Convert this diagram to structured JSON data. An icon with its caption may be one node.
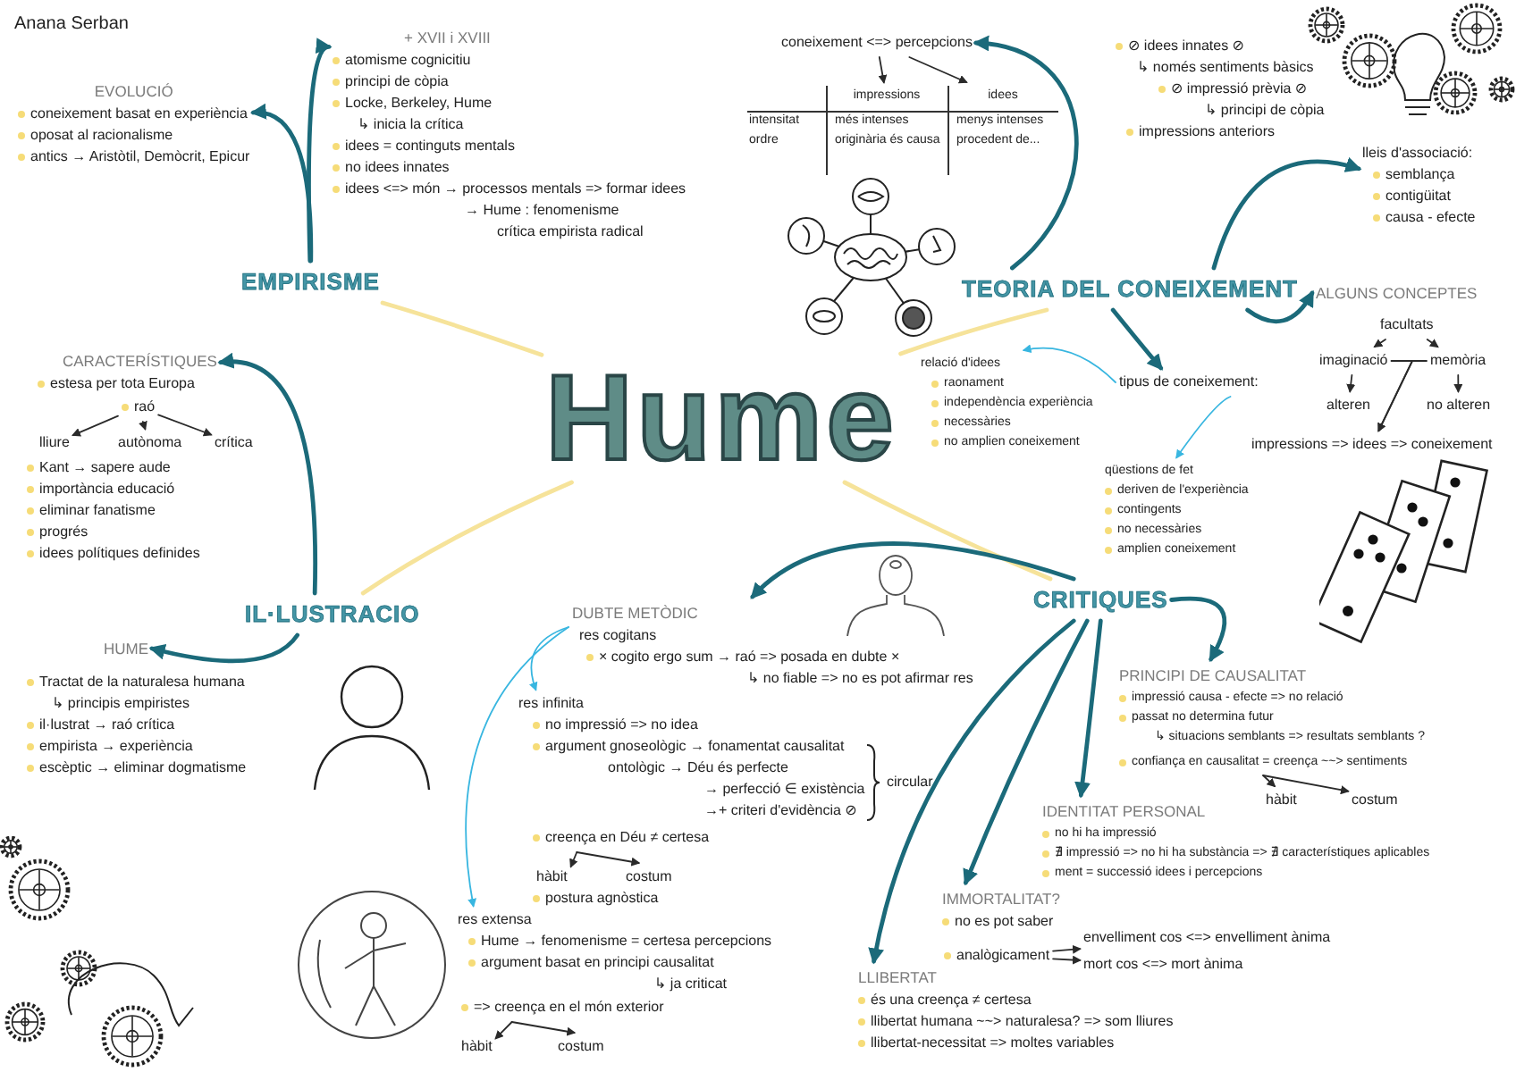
{
  "diagram": {
    "nodes": [
      {
        "text": [
          "Hume"
        ]
      },
      {
        "text": [
          "EMPIRISME"
        ]
      },
      {
        "text": [
          "TEORIA DEL CONEIXEMENT"
        ]
      },
      {
        "text": [
          "IL·LUSTRACIO"
        ]
      },
      {
        "text": [
          "CRITIQUES"
        ]
      },
      {
        "text": [
          "EVOLUCIÓ",
          "coneixement basat en experiència",
          "oposat al racionalisme",
          "antics → Aristòtil, Demòcrit, Epicur"
        ]
      },
      {
        "text": [
          "+ XVII i XVIII",
          "atomisme cognicitiu",
          "principi de còpia",
          "Locke, Berkeley, Hume",
          "↳ inicia la crítica",
          "idees = continguts mentals",
          "no idees innates",
          "idees <=> món → processos mentals => formar idees",
          "→ Hume : fenomenisme",
          "crítica empirista radical"
        ]
      },
      {
        "text": [
          "coneixement <=> percepcions"
        ]
      },
      {
        "text": [
          "impressions"
        ]
      },
      {
        "text": [
          "idees"
        ]
      },
      {
        "text": [
          "⊘ idees innates ⊘",
          "↳ només sentiments bàsics",
          "⊘ impressió prèvia ⊘",
          "↳ principi de còpia",
          "impressions anteriors"
        ]
      },
      {
        "text": [
          "lleis d'associació:",
          "semblança",
          "contigüitat",
          "causa - efecte"
        ]
      },
      {
        "text": [
          "ALGUNS CONCEPTES"
        ]
      },
      {
        "text": [
          "facultats"
        ]
      },
      {
        "text": [
          "imaginació"
        ]
      },
      {
        "text": [
          "memòria"
        ]
      },
      {
        "text": [
          "alteren"
        ]
      },
      {
        "text": [
          "no alteren"
        ]
      },
      {
        "text": [
          "impressions => idees => coneixement"
        ]
      },
      {
        "text": [
          "tipus de coneixement:"
        ]
      },
      {
        "text": [
          "relació d'idees",
          "raonament",
          "independència experiència",
          "necessàries",
          "no amplien coneixement"
        ]
      },
      {
        "text": [
          "qüestions de fet",
          "deriven de l'experiència",
          "contingents",
          "no necessàries",
          "amplien coneixement"
        ]
      },
      {
        "text": [
          "CARACTERÍSTIQUES",
          "estesa per tota Europa"
        ]
      },
      {
        "text": [
          "raó"
        ]
      },
      {
        "text": [
          "lliure"
        ]
      },
      {
        "text": [
          "autònoma"
        ]
      },
      {
        "text": [
          "crítica"
        ]
      },
      {
        "text": [
          "Kant → sapere aude",
          "importància educació",
          "eliminar fanatisme",
          "progrés",
          "idees polítiques definides"
        ]
      },
      {
        "text": [
          "HUME"
        ]
      },
      {
        "text": [
          "Tractat de la naturalesa humana",
          "↳ principis empiristes",
          "il·lustrat → raó crítica",
          "empirista → experiència",
          "escèptic → eliminar dogmatisme"
        ]
      },
      {
        "text": [
          "DUBTE METÒDIC",
          "res cogitans",
          "× cogito ergo sum → raó => posada en dubte ×",
          "↳ no fiable => no es pot afirmar res"
        ]
      },
      {
        "text": [
          "res infinita",
          "no impressió => no idea",
          "argument gnoseològic → fonamentat causalitat",
          "ontològic → Déu és perfecte",
          "→ perfecció ∈ existència",
          "→+ criteri d'evidència ⊘"
        ]
      },
      {
        "text": [
          "creença en Déu ≠ certesa"
        ]
      },
      {
        "text": [
          "hàbit"
        ]
      },
      {
        "text": [
          "costum"
        ]
      },
      {
        "text": [
          "postura agnòstica"
        ]
      },
      {
        "text": [
          "res extensa",
          "Hume → fenomenisme = certesa percepcions",
          "argument basat en principi causalitat",
          "↳ ja criticat"
        ]
      },
      {
        "text": [
          "=> creença en el món exterior"
        ]
      },
      {
        "text": [
          "hàbit"
        ]
      },
      {
        "text": [
          "costum"
        ]
      },
      {
        "text": [
          "PRINCIPI DE CAUSALITAT",
          "impressió causa - efecte => no relació",
          "passat no determina futur",
          "↳ situacions semblants => resultats semblants ?"
        ]
      },
      {
        "text": [
          "confiança en causalitat = creença ~~> sentiments"
        ]
      },
      {
        "text": [
          "hàbit"
        ]
      },
      {
        "text": [
          "costum"
        ]
      },
      {
        "text": [
          "IDENTITAT PERSONAL",
          "no hi ha impressió",
          "∄ impressió => no hi ha substància => ∄ característiques aplicables",
          "ment = successió idees i percepcions"
        ]
      },
      {
        "text": [
          "IMMORTALITAT?",
          "no es pot saber"
        ]
      },
      {
        "text": [
          "analògicament"
        ]
      },
      {
        "text": [
          "envelliment cos <=> envelliment ànima"
        ]
      },
      {
        "text": [
          "mort cos <=> mort ànima"
        ]
      },
      {
        "text": [
          "LLIBERTAT",
          "és una creença ≠ certesa",
          "llibertat humana ~~> naturalesa? => som lliures",
          "llibertat-necessitat => moltes variables"
        ]
      }
    ],
    "edges": [
      {
        "from": 0,
        "to": 1,
        "arrow": "none",
        "style": "thick",
        "color": "#f6e39a"
      },
      {
        "from": 0,
        "to": 2,
        "arrow": "none",
        "style": "thick",
        "color": "#f6e39a"
      },
      {
        "from": 0,
        "to": 3,
        "arrow": "none",
        "style": "thick",
        "color": "#f6e39a"
      },
      {
        "from": 0,
        "to": 4,
        "arrow": "none",
        "style": "thick",
        "color": "#f6e39a"
      },
      {
        "from": 1,
        "to": 5,
        "arrow": "to",
        "style": "thick",
        "color": "#1b6a7a"
      },
      {
        "from": 1,
        "to": 6,
        "arrow": "to",
        "style": "thick",
        "color": "#1b6a7a"
      },
      {
        "from": 2,
        "to": 7,
        "arrow": "to",
        "style": "thick",
        "color": "#1b6a7a"
      },
      {
        "from": 7,
        "to": 8,
        "arrow": "to"
      },
      {
        "from": 7,
        "to": 9,
        "arrow": "to"
      },
      {
        "from": 2,
        "to": 11,
        "arrow": "to",
        "style": "thick",
        "color": "#1b6a7a"
      },
      {
        "from": 2,
        "to": 12,
        "arrow": "to",
        "style": "thick",
        "color": "#1b6a7a"
      },
      {
        "from": 13,
        "to": 14,
        "arrow": "to"
      },
      {
        "from": 13,
        "to": 15,
        "arrow": "to"
      },
      {
        "from": 14,
        "to": 16,
        "arrow": "to"
      },
      {
        "from": 15,
        "to": 17,
        "arrow": "to"
      },
      {
        "from": 14,
        "to": 18,
        "arrow": "to"
      },
      {
        "from": 15,
        "to": 18,
        "arrow": "to"
      },
      {
        "from": 2,
        "to": 19,
        "arrow": "to",
        "style": "thick",
        "color": "#1b6a7a"
      },
      {
        "from": 19,
        "to": 20,
        "arrow": "to",
        "color": "#38b6e0"
      },
      {
        "from": 19,
        "to": 21,
        "arrow": "to",
        "color": "#38b6e0"
      },
      {
        "from": 3,
        "to": 22,
        "arrow": "to",
        "style": "thick",
        "color": "#1b6a7a"
      },
      {
        "from": 23,
        "to": 24,
        "arrow": "to"
      },
      {
        "from": 23,
        "to": 25,
        "arrow": "to"
      },
      {
        "from": 23,
        "to": 26,
        "arrow": "to"
      },
      {
        "from": 3,
        "to": 28,
        "arrow": "to",
        "style": "thick",
        "color": "#1b6a7a"
      },
      {
        "from": 4,
        "to": 30,
        "arrow": "to",
        "style": "thick",
        "color": "#1b6a7a"
      },
      {
        "from": 30,
        "to": 31,
        "arrow": "to",
        "color": "#38b6e0"
      },
      {
        "from": 32,
        "to": 33,
        "arrow": "to"
      },
      {
        "from": 32,
        "to": 34,
        "arrow": "to"
      },
      {
        "from": 30,
        "to": 36,
        "arrow": "to",
        "color": "#38b6e0"
      },
      {
        "from": 37,
        "to": 38,
        "arrow": "to"
      },
      {
        "from": 37,
        "to": 39,
        "arrow": "to"
      },
      {
        "from": 4,
        "to": 40,
        "arrow": "to",
        "style": "thick",
        "color": "#1b6a7a"
      },
      {
        "from": 41,
        "to": 42,
        "arrow": "to"
      },
      {
        "from": 41,
        "to": 43,
        "arrow": "to"
      },
      {
        "from": 4,
        "to": 44,
        "arrow": "to",
        "style": "thick",
        "color": "#1b6a7a"
      },
      {
        "from": 4,
        "to": 45,
        "arrow": "to",
        "style": "thick",
        "color": "#1b6a7a"
      },
      {
        "from": 4,
        "to": 49,
        "arrow": "to",
        "style": "thick",
        "color": "#1b6a7a"
      },
      {
        "from": 46,
        "to": 47,
        "arrow": "to"
      },
      {
        "from": 46,
        "to": 48,
        "arrow": "to"
      }
    ],
    "labels": [
      "Anana Serban",
      "intensitat",
      "més intenses",
      "menys intenses",
      "ordre",
      "originària és causa",
      "procedent de...",
      "circular"
    ]
  }
}
